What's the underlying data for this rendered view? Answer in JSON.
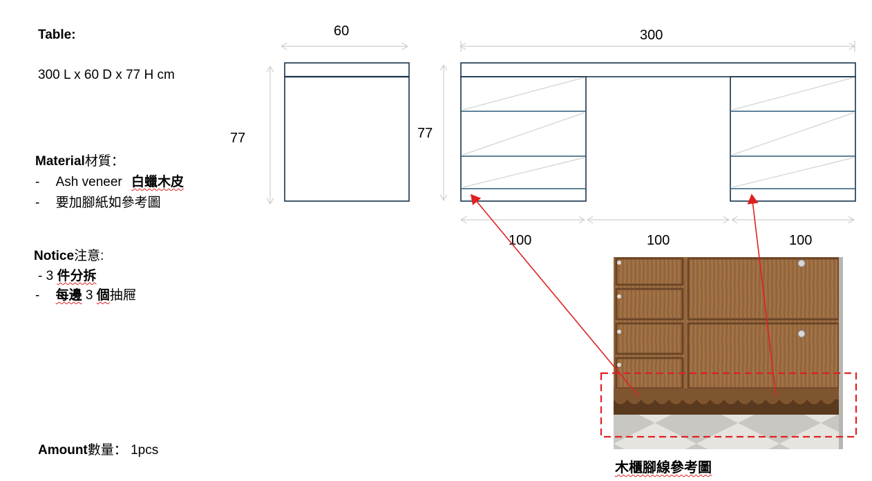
{
  "spec": {
    "table_label": "Table:",
    "size_text": "300 L x 60 D x 77 H cm",
    "material_label": "Material",
    "material_label_cn": "材質：",
    "material_item1_dash": "-",
    "material_item1_en": "Ash veneer",
    "material_item1_cn": "白蠟木皮",
    "material_item2_dash": "-",
    "material_item2": "要加腳紙如參考圖",
    "notice_label": "Notice",
    "notice_label_cn": "注意:",
    "notice_item1_prefix": "- 3",
    "notice_item1_cn": "件分拆",
    "notice_item2_dash": "-",
    "notice_item2_a": "每邊",
    "notice_item2_num": "3",
    "notice_item2_b": "個",
    "notice_item2_c": "抽屜",
    "amount_label": "Amount",
    "amount_label_cn": "數量：",
    "amount_value": "1pcs"
  },
  "dimensions": {
    "side_width": "60",
    "side_height": "77",
    "front_width": "300",
    "front_height": "77",
    "section_left": "100",
    "section_mid": "100",
    "section_right": "100"
  },
  "reference": {
    "caption": "木櫃腳線參考圖"
  },
  "colors": {
    "outline": "#17324a",
    "dim_line": "#cfcfcf",
    "annotation": "#e02020",
    "wood": "#9a6b3f"
  }
}
